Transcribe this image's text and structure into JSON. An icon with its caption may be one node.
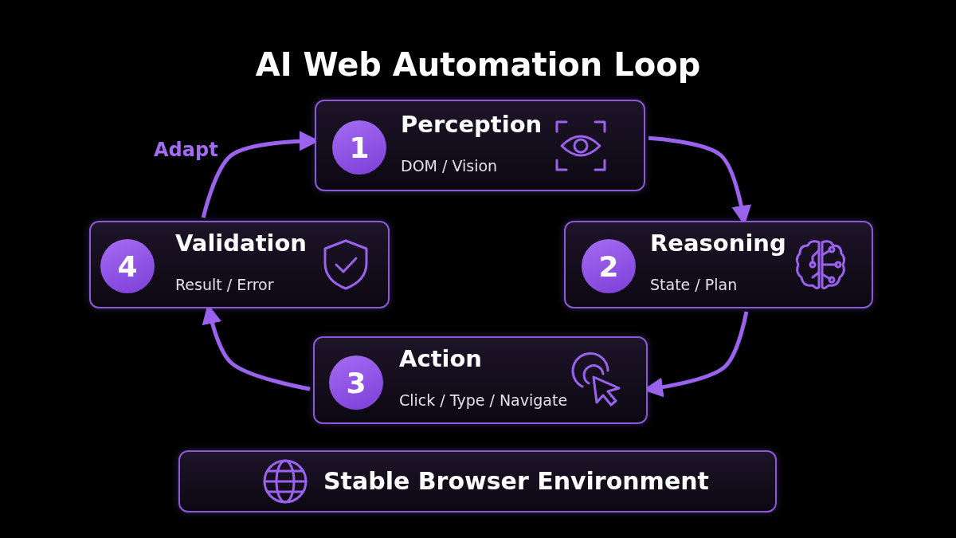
{
  "diagram": {
    "title": "AI Web Automation Loop",
    "nodes": [
      {
        "text": [
          "Perception",
          "DOM / Vision"
        ]
      },
      {
        "text": [
          "1"
        ],
        "in": 0
      },
      {
        "text": [
          "Validation",
          "Result / Error"
        ]
      },
      {
        "text": [
          "4"
        ],
        "in": 2
      },
      {
        "text": [
          "Reasoning",
          "State / Plan"
        ]
      },
      {
        "text": [
          "2"
        ],
        "in": 4
      },
      {
        "text": [
          "Action",
          "Click / Type / Navigate"
        ]
      },
      {
        "text": [
          "3"
        ],
        "in": 6
      },
      {
        "text": [
          "Stable Browser Environment"
        ]
      }
    ],
    "edges": [
      {
        "from": 0,
        "to": 4,
        "arrow": "to"
      },
      {
        "from": 4,
        "to": 6,
        "arrow": "to"
      },
      {
        "from": 6,
        "to": 2,
        "arrow": "to"
      },
      {
        "from": 2,
        "to": 0,
        "arrow": "to",
        "label": "Adapt"
      }
    ]
  }
}
